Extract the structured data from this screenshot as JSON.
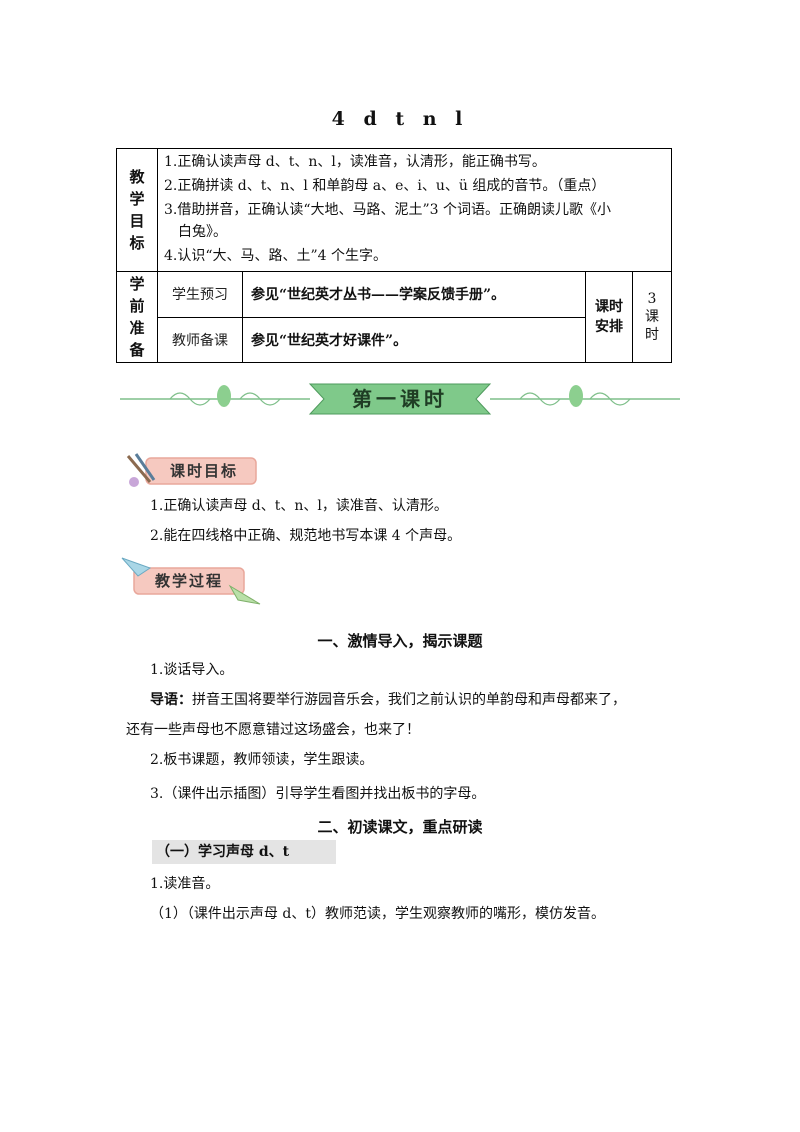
{
  "title": "4 d t n l",
  "table": {
    "goals_label": "教学目标",
    "goals": [
      "1.正确认读声母 d、t、n、l，读准音，认清形，能正确书写。",
      "2.正确拼读 d、t、n、l 和单韵母 a、e、i、u、ü 组成的音节。（重点）",
      "3.借助拼音，正确认读“大地、马路、泥土”3 个词语。正确朗读儿歌《小",
      "白兔》。",
      "4.认识“大、马、路、土”4 个生字。"
    ],
    "prep_label": "学前准备",
    "student_label": "学生预习",
    "student_ref": "参见“世纪英才丛书——学案反馈手册”。",
    "teacher_label": "教师备课",
    "teacher_ref": "参见“世纪英才好课件”。",
    "hours_label": "课时安排",
    "hours_value": "3 课时"
  },
  "banner_text": "第一课时",
  "goals_badge": "课时目标",
  "lesson_goals": [
    "1.正确认读声母 d、t、n、l，读准音、认清形。",
    "2.能在四线格中正确、规范地书写本课 4 个声母。"
  ],
  "process_badge": "教学过程",
  "section1_title": "一、激情导入，揭示课题",
  "s1_item1": "1.谈话导入。",
  "guide_label": "导语：",
  "guide_text1": "拼音王国将要举行游园音乐会，我们之前认识的单韵母和声母都来了，",
  "guide_text2": "还有一些声母也不愿意错过这场盛会，也来了！",
  "s1_item2": "2.板书课题，教师领读，学生跟读。",
  "s1_item3": "3.（课件出示插图）引导学生看图并找出板书的字母。",
  "section2_title": "二、初读课文，重点研读",
  "sub1_title": "（一）学习声母 d、t",
  "s2_item1": "1.读准音。",
  "s2_item2": "（1）（课件出示声母 d、t）教师范读，学生观察教师的嘴形，模仿发音。",
  "colors": {
    "banner_green": "#7fc98a",
    "badge_pink": "#f6c9c0",
    "badge_border": "#e9a79b"
  }
}
